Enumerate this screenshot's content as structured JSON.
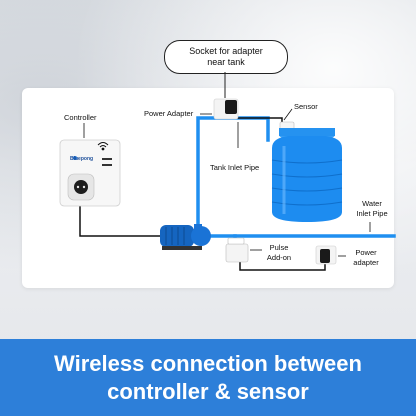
{
  "callout": {
    "line1": "Socket for adapter",
    "line2": "near tank"
  },
  "labels": {
    "controller": "Controller",
    "power_adapter_top": "Power Adapter",
    "sensor": "Sensor",
    "tank_inlet_pipe": "Tank Inlet Pipe",
    "water_inlet_line1": "Water",
    "water_inlet_line2": "Inlet Pipe",
    "pulse_line1": "Pulse",
    "pulse_line2": "Add-on",
    "power_adapter_right_line1": "Power",
    "power_adapter_right_line2": "adapter"
  },
  "device": {
    "brand": "Bluepong"
  },
  "banner": {
    "line1": "Wireless connection between",
    "line2": "controller & sensor"
  },
  "colors": {
    "pipe": "#1f8ff0",
    "tank": "#1d8cf0",
    "banner": "#2d7fd9",
    "wire": "#111111"
  }
}
